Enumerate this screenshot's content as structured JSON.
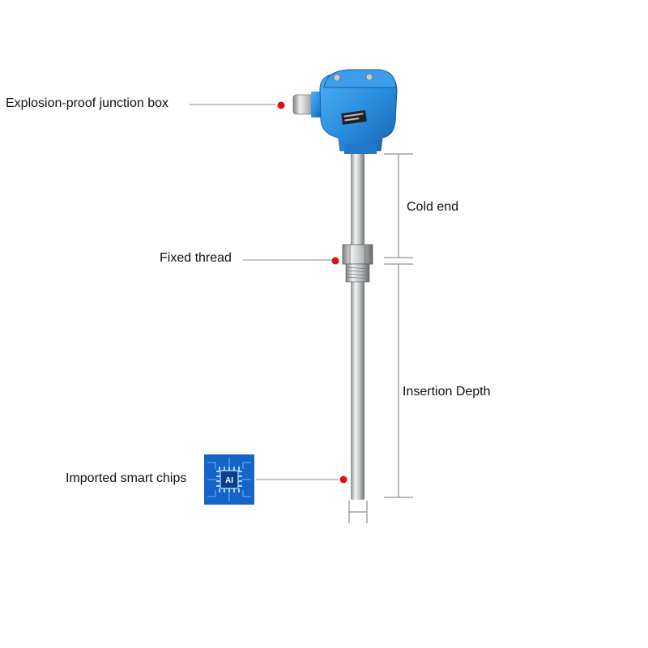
{
  "labels": {
    "junction_box": "Explosion-proof junction box",
    "fixed_thread": "Fixed thread",
    "cold_end": "Cold end",
    "insertion_depth": "Insertion Depth",
    "smart_chips": "Imported smart chips"
  },
  "chip_badge": {
    "text": "AI",
    "icon": "ai-chip-icon"
  },
  "colors": {
    "marker_dot": "#e01010",
    "junction_box": "#2a8fe0",
    "chip_background": "#1565c8"
  }
}
